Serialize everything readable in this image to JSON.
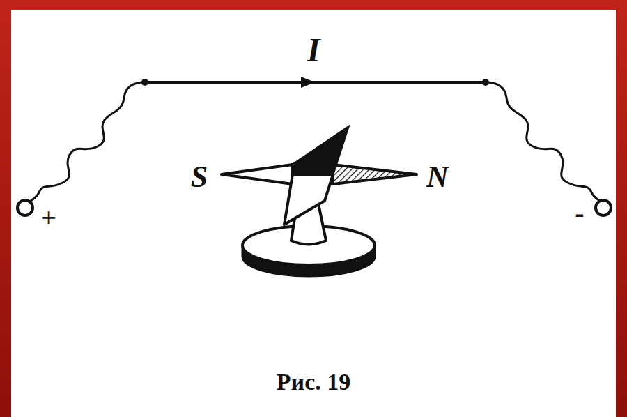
{
  "diagram": {
    "caption": "Рис. 19",
    "labels": [
      "I",
      "+",
      "S",
      "N",
      "-"
    ]
  }
}
